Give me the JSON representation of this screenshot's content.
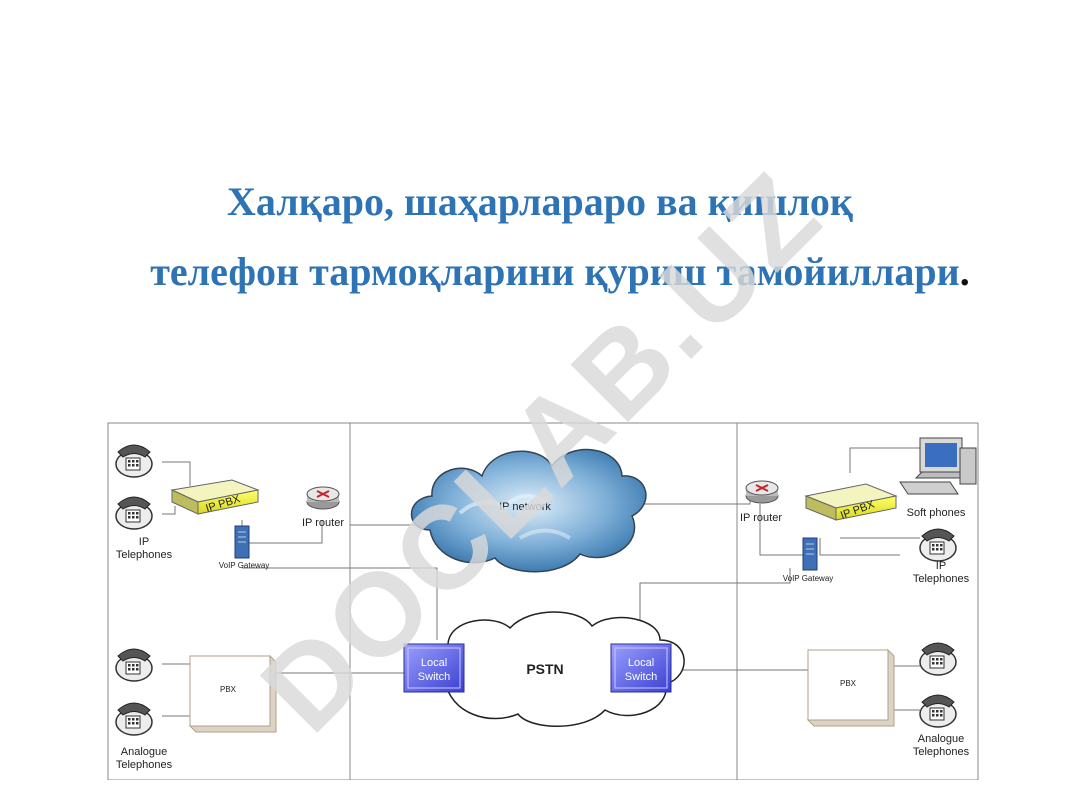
{
  "title": {
    "line1": "Халқаро, шаҳарлараро ва қишлоқ",
    "line2": "телефон тармоқларини қуриш тамойиллари",
    "line2_end": "."
  },
  "diagram": {
    "ip_network": "IP network",
    "pstn": "PSTN",
    "local_switch_1": "Local",
    "local_switch_2": "Switch",
    "ip_pbx": "IP PBX",
    "pbx": "PBX",
    "ip_router": "IP router",
    "voip_gateway": "VoIP Gateway",
    "ip_telephones_1": "IP",
    "ip_telephones_2": "Telephones",
    "soft_phones": "Soft phones",
    "analogue_1": "Analogue",
    "analogue_2": "Telephones"
  },
  "watermark": "DOCLAB.UZ",
  "colors": {
    "title": "#2e74b5",
    "watermark": "#d9d9d9"
  }
}
